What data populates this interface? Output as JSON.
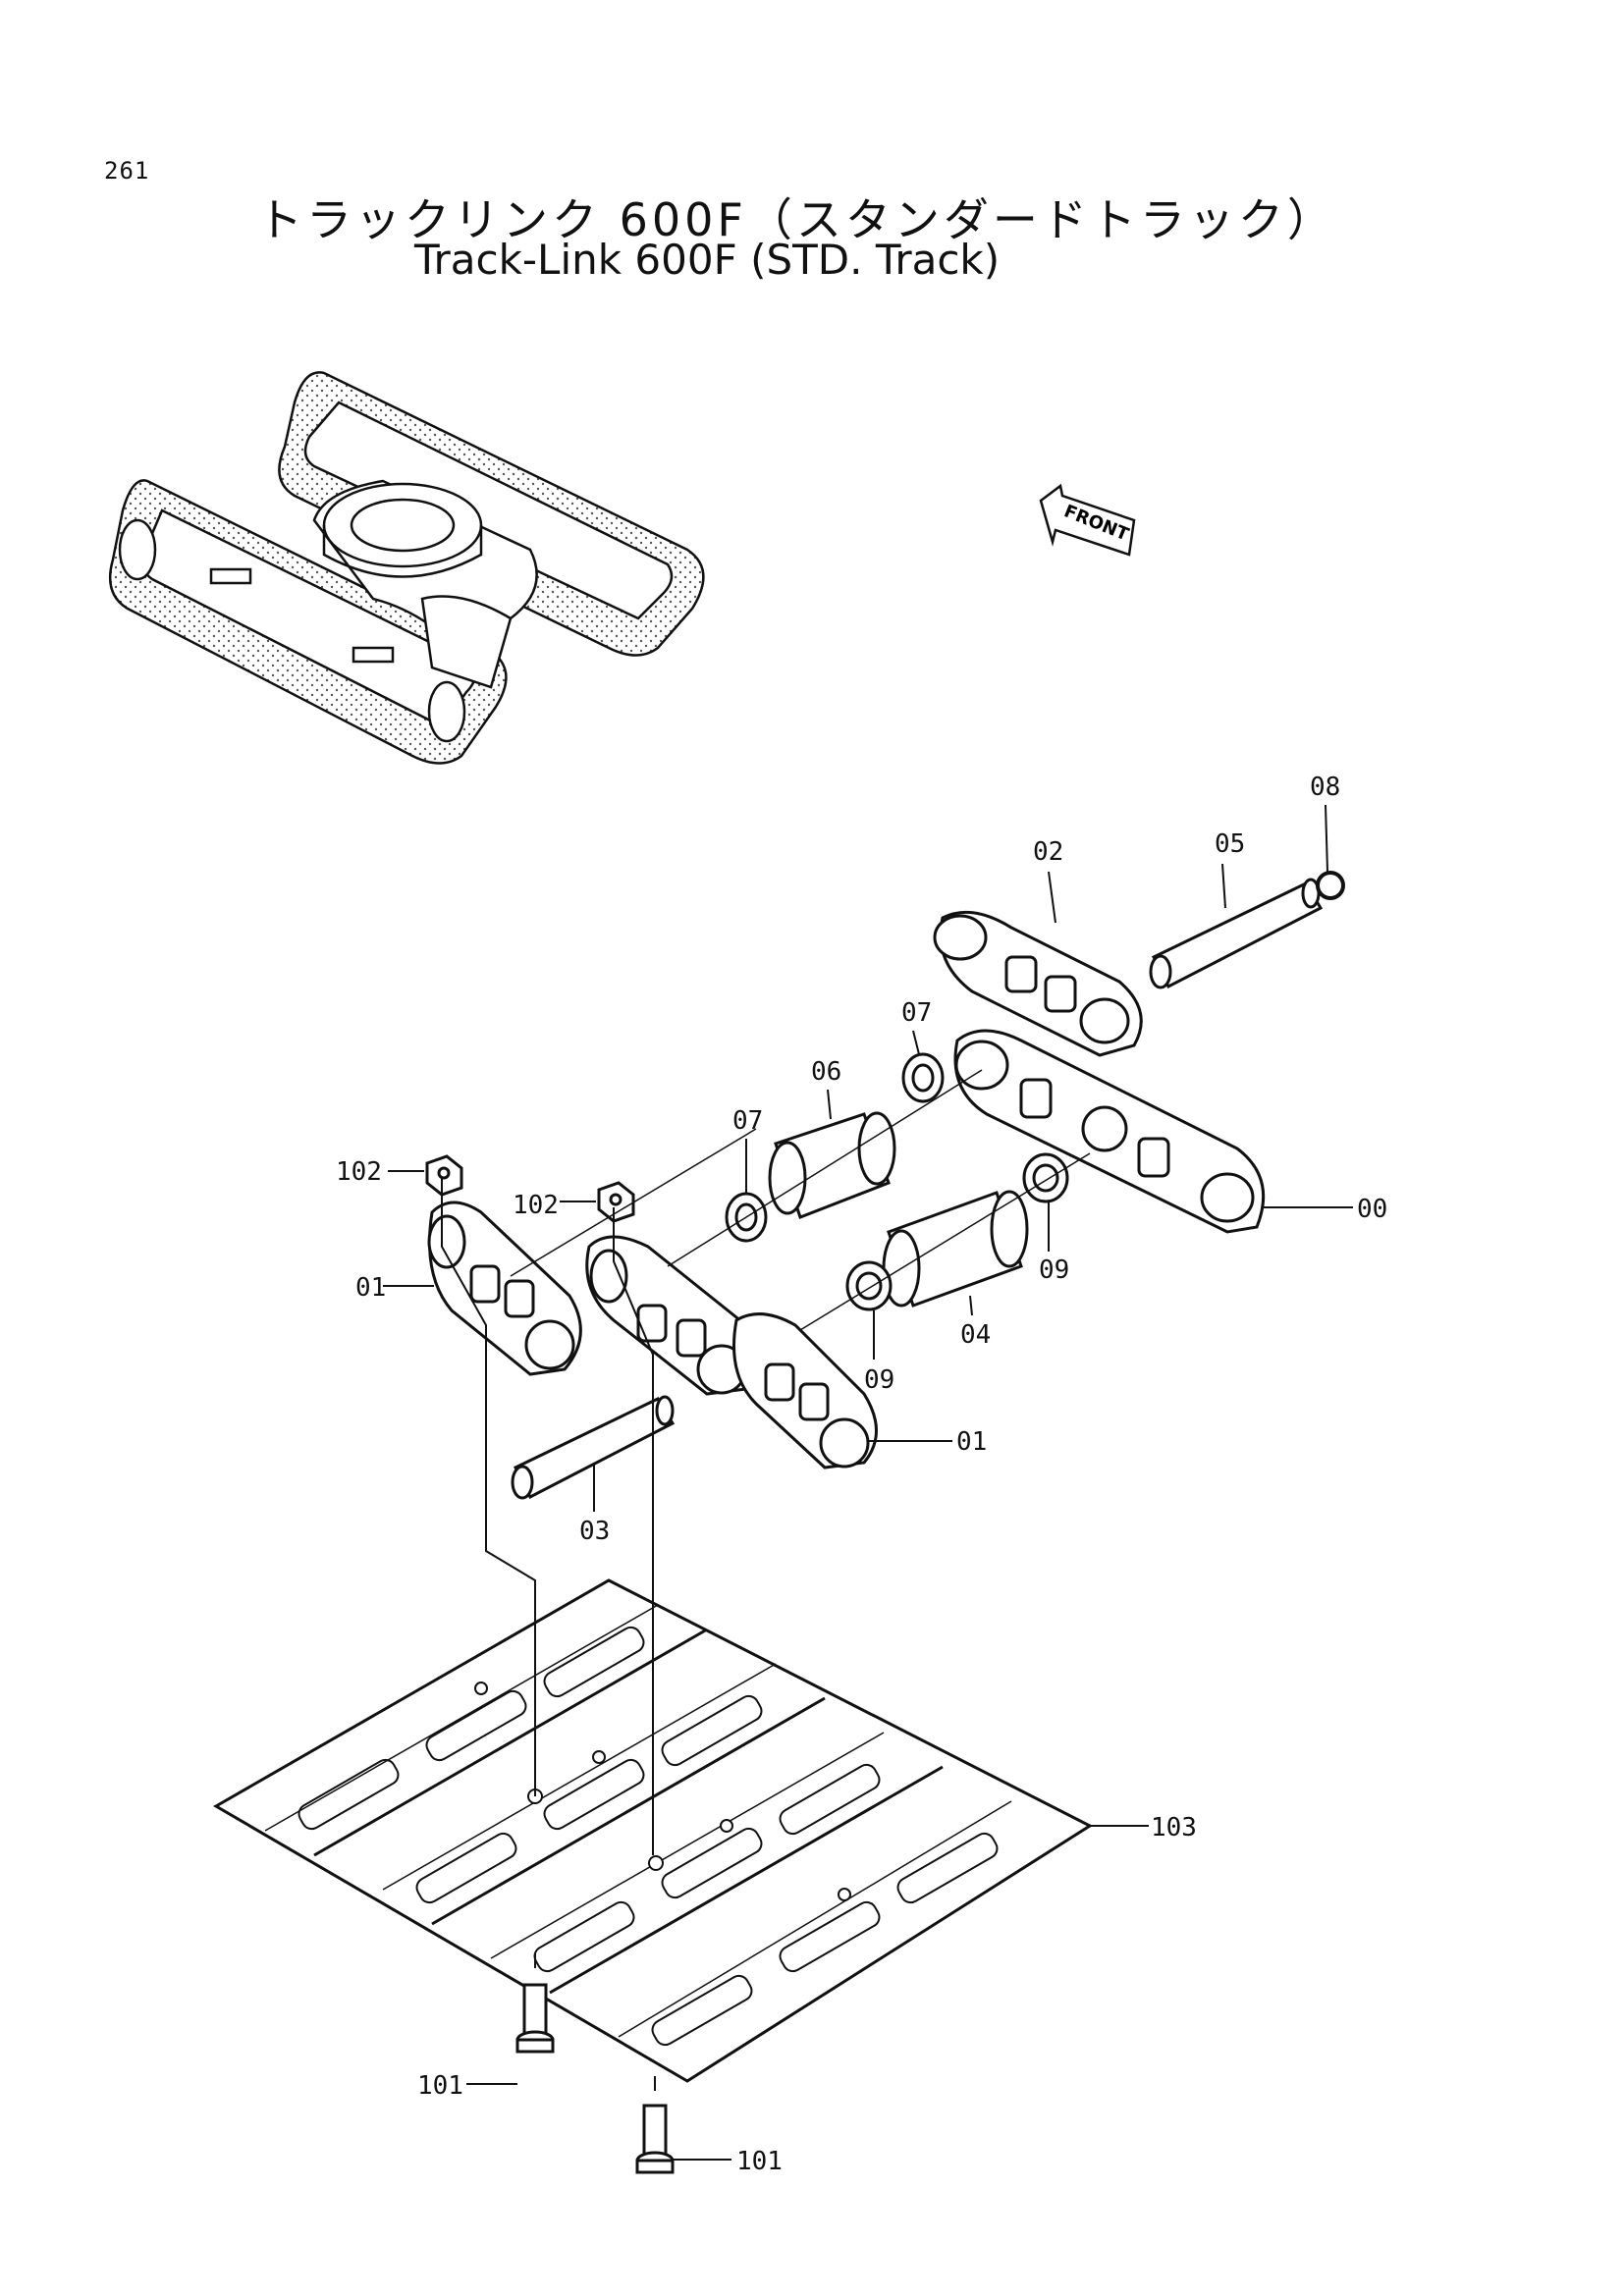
{
  "page": {
    "number": "261"
  },
  "title": {
    "japanese": "トラックリンク 600F（スタンダードトラック）",
    "english": "Track-Link 600F (STD. Track)"
  },
  "front_label": "FRONT",
  "callouts": {
    "c08": "08",
    "c02": "02",
    "c05": "05",
    "c07a": "07",
    "c06": "06",
    "c07b": "07",
    "c102a": "102",
    "c102b": "102",
    "c01a": "01",
    "c00": "00",
    "c09a": "09",
    "c04": "04",
    "c09b": "09",
    "c01b": "01",
    "c03": "03",
    "c103": "103",
    "c101a": "101",
    "c101b": "101"
  },
  "icons": [
    "front-arrow-icon"
  ]
}
